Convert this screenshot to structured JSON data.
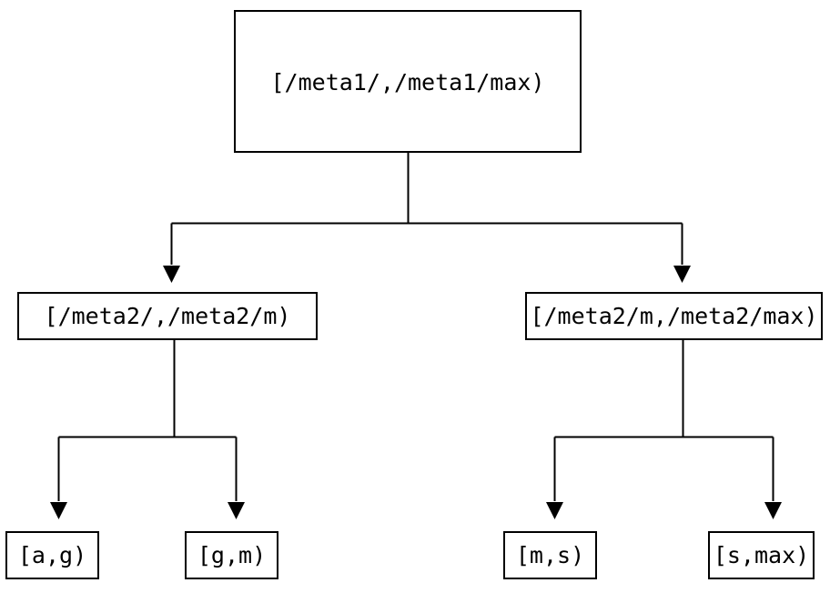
{
  "diagram": {
    "type": "tree",
    "orientation": "top-down",
    "background_color": "#ffffff",
    "line_color": "#000000",
    "text_color": "#000000",
    "nodes": {
      "root": {
        "label": "[/meta1/,/meta1/max)",
        "level": 0
      },
      "mid_left": {
        "label": "[/meta2/,/meta2/m)",
        "level": 1
      },
      "mid_right": {
        "label": "[/meta2/m,/meta2/max)",
        "level": 1
      },
      "leaf_1": {
        "label": "[a,g)",
        "level": 2
      },
      "leaf_2": {
        "label": "[g,m)",
        "level": 2
      },
      "leaf_3": {
        "label": "[m,s)",
        "level": 2
      },
      "leaf_4": {
        "label": "[s,max)",
        "level": 2
      }
    },
    "edges": [
      {
        "from": "root",
        "to": "mid_left",
        "arrow": "triangle-down"
      },
      {
        "from": "root",
        "to": "mid_right",
        "arrow": "triangle-down"
      },
      {
        "from": "mid_left",
        "to": "leaf_1",
        "arrow": "triangle-down"
      },
      {
        "from": "mid_left",
        "to": "leaf_2",
        "arrow": "triangle-down"
      },
      {
        "from": "mid_right",
        "to": "leaf_3",
        "arrow": "triangle-down"
      },
      {
        "from": "mid_right",
        "to": "leaf_4",
        "arrow": "triangle-down"
      }
    ]
  }
}
